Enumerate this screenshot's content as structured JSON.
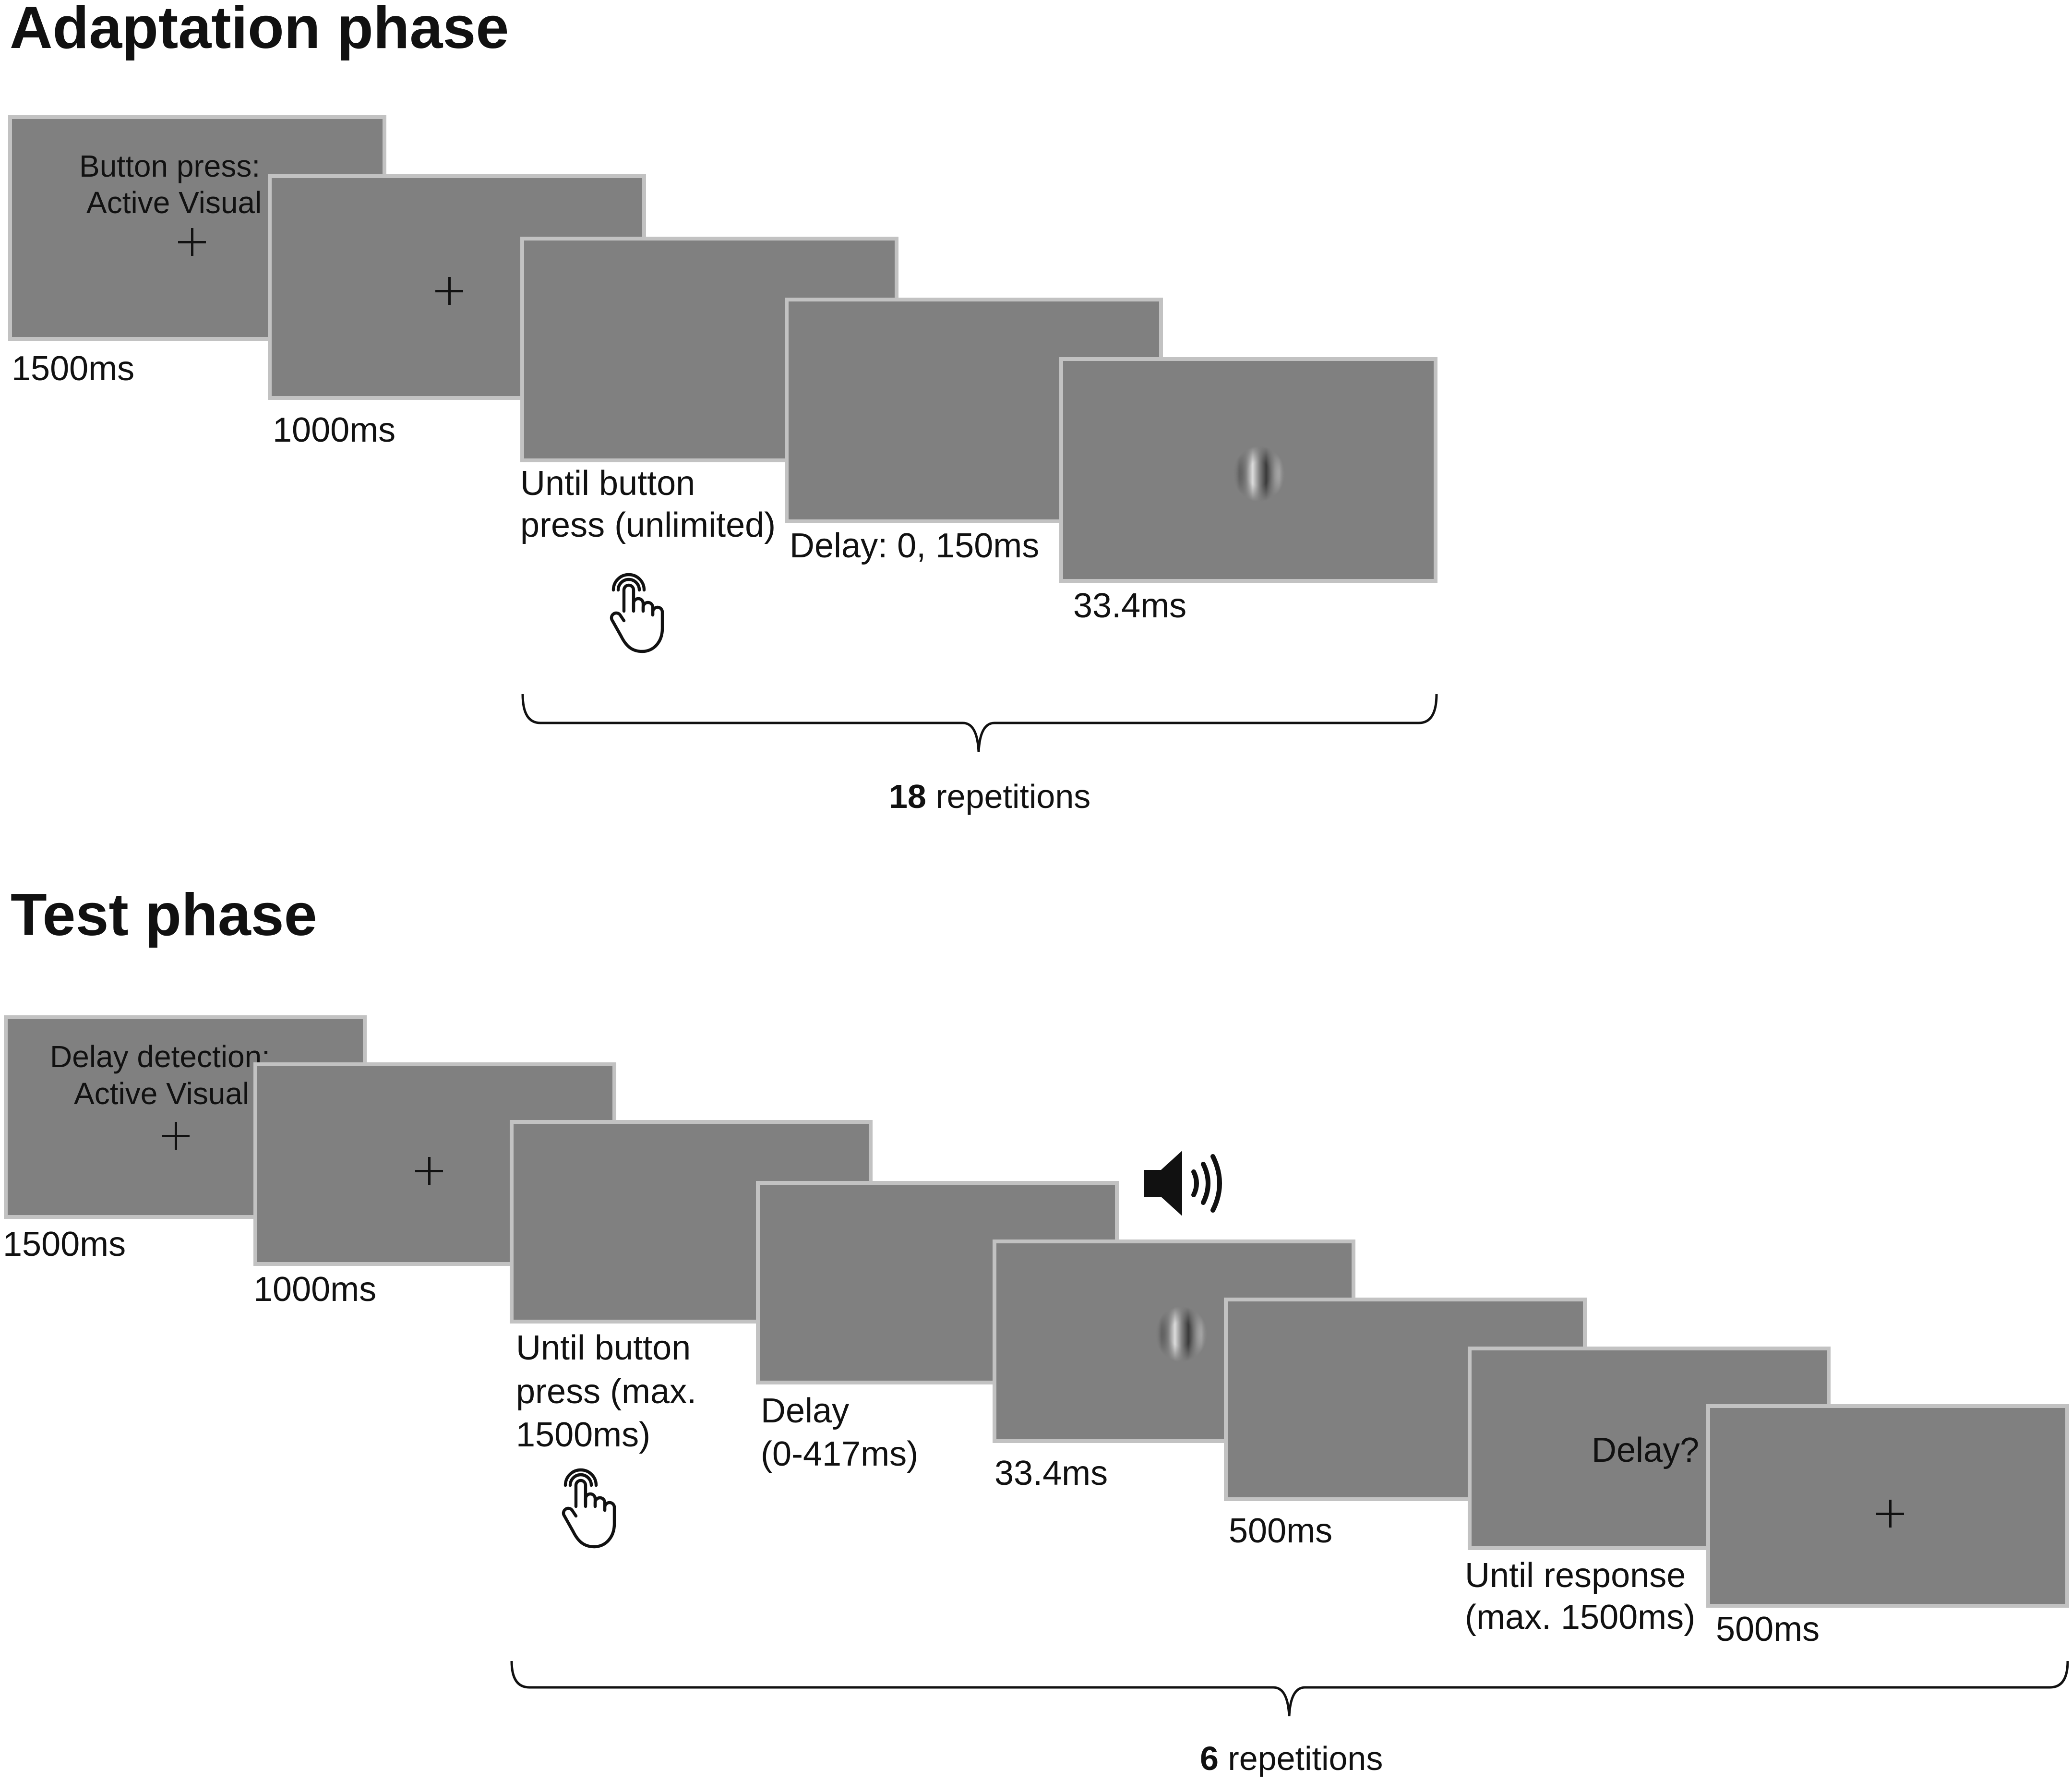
{
  "adaptation": {
    "title": "Adaptation phase",
    "screen1_text": [
      "Button press:",
      "Active Visual"
    ],
    "labels": {
      "s1": "1500ms",
      "s2": "1000ms",
      "s3": [
        "Until button",
        "press (unlimited)"
      ],
      "s4": "Delay: 0, 150ms",
      "s5": "33.4ms"
    },
    "repetitions": {
      "count": "18",
      "text": "repetitions"
    }
  },
  "test": {
    "title": "Test phase",
    "screen1_text": [
      "Delay detection:",
      "Active Visual"
    ],
    "screen7_text": "Delay?",
    "labels": {
      "s1": "1500ms",
      "s2": "1000ms",
      "s3": [
        "Until button",
        "press (max.",
        "1500ms)"
      ],
      "s4": [
        "Delay",
        "(0-417ms)"
      ],
      "s5": "33.4ms",
      "s6": "500ms",
      "s7": [
        "Until response",
        "(max. 1500ms)"
      ],
      "s8": "500ms"
    },
    "repetitions": {
      "count": "6",
      "text": "repetitions"
    }
  },
  "icons": [
    "fixation-cross-icon",
    "gabor-stimulus-icon",
    "pointing-hand-icon",
    "speaker-icon",
    "curly-brace"
  ],
  "colors": {
    "screen": "#808080",
    "screen_border": "#c2c2c2",
    "text": "#111111"
  }
}
